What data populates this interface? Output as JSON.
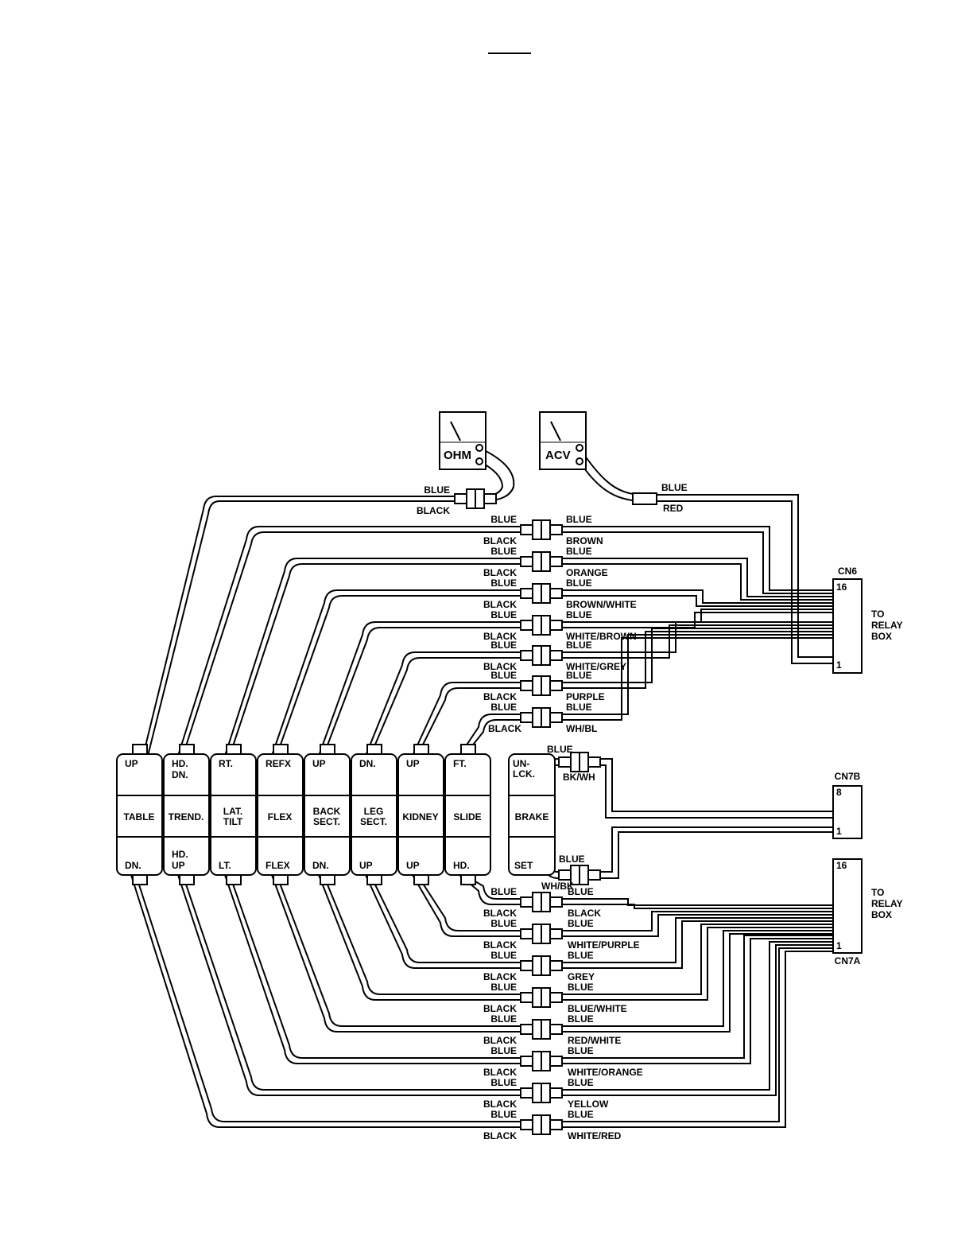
{
  "meters": [
    {
      "name": "ohm",
      "label": "OHM"
    },
    {
      "name": "acv",
      "label": "ACV"
    }
  ],
  "meter_leads": {
    "ohm": {
      "top": "BLUE",
      "bottom": "BLACK"
    },
    "acv": {
      "top": "BLUE",
      "bottom": "RED"
    }
  },
  "switches": [
    {
      "id": "table",
      "top": [
        "UP"
      ],
      "name": [
        "TABLE"
      ],
      "bottom": [
        "DN."
      ]
    },
    {
      "id": "trend",
      "top": [
        "HD.",
        "DN."
      ],
      "name": [
        "TREND."
      ],
      "bottom": [
        "HD.",
        "UP"
      ]
    },
    {
      "id": "lat-tilt",
      "top": [
        "RT."
      ],
      "name": [
        "LAT.",
        "TILT"
      ],
      "bottom": [
        "LT."
      ]
    },
    {
      "id": "flex",
      "top": [
        "REFX"
      ],
      "name": [
        "FLEX"
      ],
      "bottom": [
        "FLEX"
      ]
    },
    {
      "id": "back-sect",
      "top": [
        "UP"
      ],
      "name": [
        "BACK",
        "SECT."
      ],
      "bottom": [
        "DN."
      ]
    },
    {
      "id": "leg-sect",
      "top": [
        "DN."
      ],
      "name": [
        "LEG",
        "SECT."
      ],
      "bottom": [
        "UP"
      ]
    },
    {
      "id": "kidney",
      "top": [
        "UP"
      ],
      "name": [
        "KIDNEY"
      ],
      "bottom": [
        "UP"
      ]
    },
    {
      "id": "slide",
      "top": [
        "FT."
      ],
      "name": [
        "SLIDE"
      ],
      "bottom": [
        "HD."
      ]
    },
    {
      "id": "brake",
      "top": [
        "UN-",
        "LCK."
      ],
      "name": [
        "BRAKE"
      ],
      "bottom": [
        "SET"
      ]
    }
  ],
  "upper_connectors": [
    {
      "left_top": "BLUE",
      "left_bottom": "BLACK",
      "right_top": "BLUE",
      "right_bottom": "BROWN"
    },
    {
      "left_top": "BLUE",
      "left_bottom": "BLACK",
      "right_top": "BLUE",
      "right_bottom": "ORANGE"
    },
    {
      "left_top": "BLUE",
      "left_bottom": "BLACK",
      "right_top": "BLUE",
      "right_bottom": "BROWN/WHITE"
    },
    {
      "left_top": "BLUE",
      "left_bottom": "BLACK",
      "right_top": "BLUE",
      "right_bottom": "WHITE/BROWN"
    },
    {
      "left_top": "BLUE",
      "left_bottom": "BLACK",
      "right_top": "BLUE",
      "right_bottom": "WHITE/GREY"
    },
    {
      "left_top": "BLUE",
      "left_bottom": "BLACK",
      "right_top": "BLUE",
      "right_bottom": "PURPLE"
    },
    {
      "left_top": "BLUE",
      "left_bottom": "BLACK",
      "right_top": "",
      "right_bottom": "WH/BL"
    }
  ],
  "lower_connectors": [
    {
      "left_top": "BLUE",
      "left_bottom": "BLACK",
      "right_top": "BLUE",
      "right_bottom": "BLACK"
    },
    {
      "left_top": "BLUE",
      "left_bottom": "BLACK",
      "right_top": "BLUE",
      "right_bottom": "WHITE/PURPLE"
    },
    {
      "left_top": "BLUE",
      "left_bottom": "BLACK",
      "right_top": "BLUE",
      "right_bottom": "GREY"
    },
    {
      "left_top": "BLUE",
      "left_bottom": "BLACK",
      "right_top": "BLUE",
      "right_bottom": "BLUE/WHITE"
    },
    {
      "left_top": "BLUE",
      "left_bottom": "BLACK",
      "right_top": "BLUE",
      "right_bottom": "RED/WHITE"
    },
    {
      "left_top": "BLUE",
      "left_bottom": "BLACK",
      "right_top": "BLUE",
      "right_bottom": "WHITE/ORANGE"
    },
    {
      "left_top": "BLUE",
      "left_bottom": "BLACK",
      "right_top": "BLUE",
      "right_bottom": "YELLOW"
    },
    {
      "left_top": "BLUE",
      "left_bottom": "BLACK",
      "right_top": "BLUE",
      "right_bottom": "WHITE/RED"
    }
  ],
  "brake_connectors": {
    "upper": {
      "top": "BLUE",
      "bottom": "BK/WH"
    },
    "lower": {
      "top": "BLUE",
      "bottom": "WH/BK"
    }
  },
  "wh_bl_right_top": "BLUE",
  "harness_connectors": [
    {
      "id": "cn6",
      "name": "CN6",
      "pin_top": "16",
      "pin_bottom": "1",
      "dest": [
        "TO",
        "RELAY",
        "BOX"
      ]
    },
    {
      "id": "cn7b",
      "name": "CN7B",
      "pin_top": "8",
      "pin_bottom": "1",
      "dest": []
    },
    {
      "id": "cn7a",
      "name": "CN7A",
      "pin_top": "16",
      "pin_bottom": "1",
      "dest": [
        "TO",
        "RELAY",
        "BOX"
      ]
    }
  ]
}
